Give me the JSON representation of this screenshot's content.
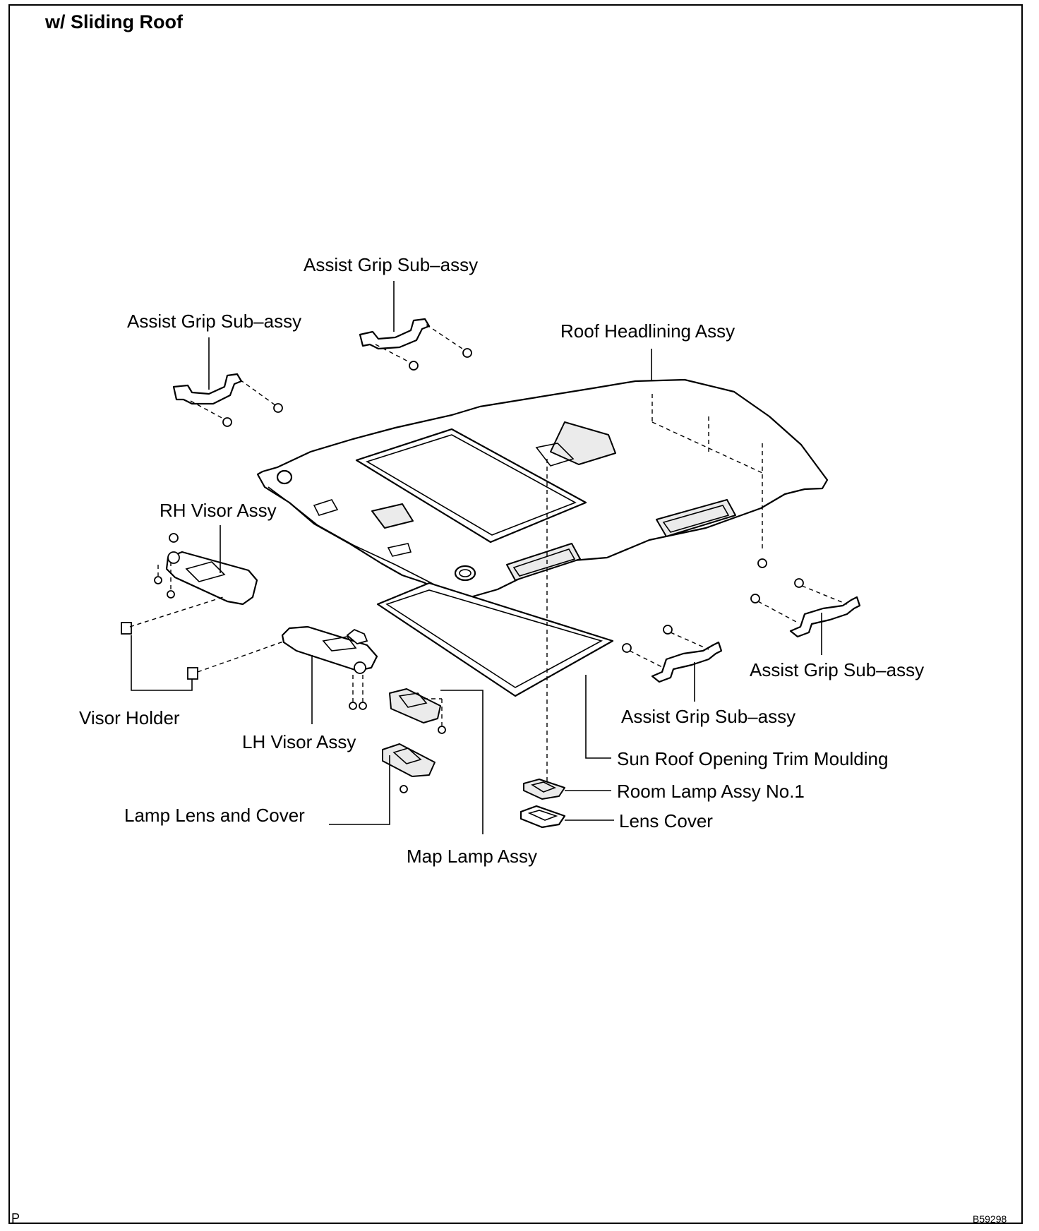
{
  "title": "w/ Sliding Roof",
  "footer": {
    "page_letter": "P",
    "figure_code": "B59298"
  },
  "labels": {
    "assist_grip_top": "Assist Grip Sub–assy",
    "assist_grip_left": "Assist Grip Sub–assy",
    "roof_headlining": "Roof Headlining Assy",
    "rh_visor": "RH Visor Assy",
    "visor_holder": "Visor Holder",
    "lh_visor": "LH Visor Assy",
    "assist_grip_right_upper": "Assist Grip Sub–assy",
    "assist_grip_right_lower": "Assist Grip Sub–assy",
    "sun_roof_trim": "Sun Roof Opening Trim Moulding",
    "room_lamp": "Room Lamp Assy No.1",
    "lens_cover": "Lens Cover",
    "lamp_lens_cover": "Lamp Lens and Cover",
    "map_lamp": "Map Lamp Assy"
  }
}
